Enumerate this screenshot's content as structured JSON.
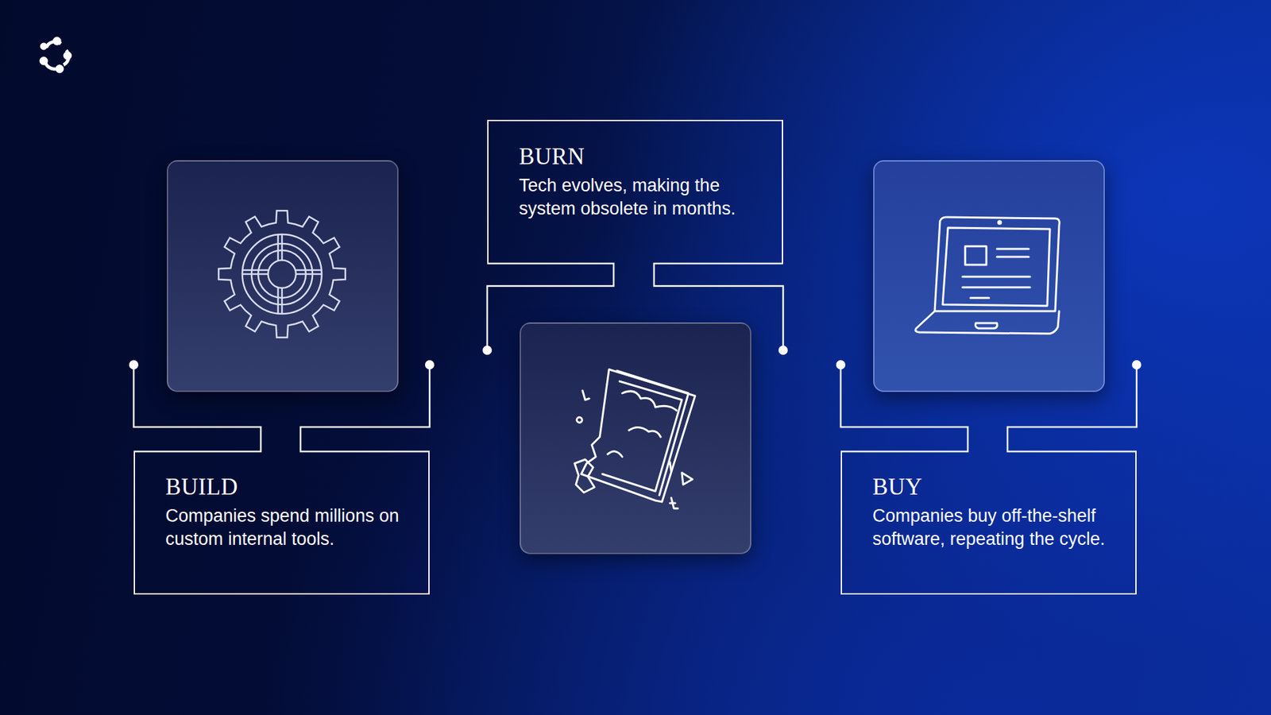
{
  "diagram": {
    "nodes": [
      {
        "text": [
          "BUILD",
          "Companies spend millions on custom internal tools."
        ]
      },
      {
        "text": [
          "BURN",
          "Tech evolves, making the system obsolete in months."
        ]
      },
      {
        "text": [
          "BUY",
          "Companies buy off-the-shelf software, repeating the cycle."
        ]
      }
    ]
  }
}
